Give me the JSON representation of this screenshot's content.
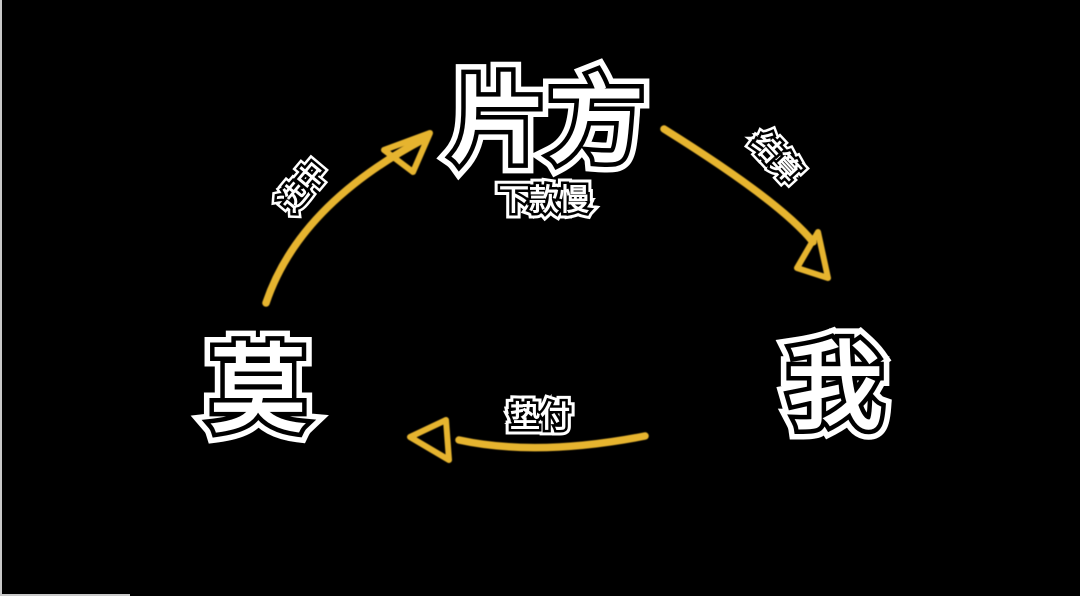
{
  "colors": {
    "background": "#000000",
    "arrow": "#e6b42f",
    "text_fill": "#ffffff",
    "text_outline": "#000000",
    "screen_edge_artifact": "#c9c9c9"
  },
  "diagram": {
    "type": "cycle",
    "nodes": {
      "top": {
        "label": "片方",
        "note": "下款慢"
      },
      "right": {
        "label": "我"
      },
      "left": {
        "label": "莫"
      }
    },
    "edges": [
      {
        "label": "选中",
        "from": "莫",
        "to": "片方"
      },
      {
        "label": "结算",
        "from": "片方",
        "to": "我"
      },
      {
        "label": "垫付",
        "from": "我",
        "to": "莫"
      }
    ]
  }
}
